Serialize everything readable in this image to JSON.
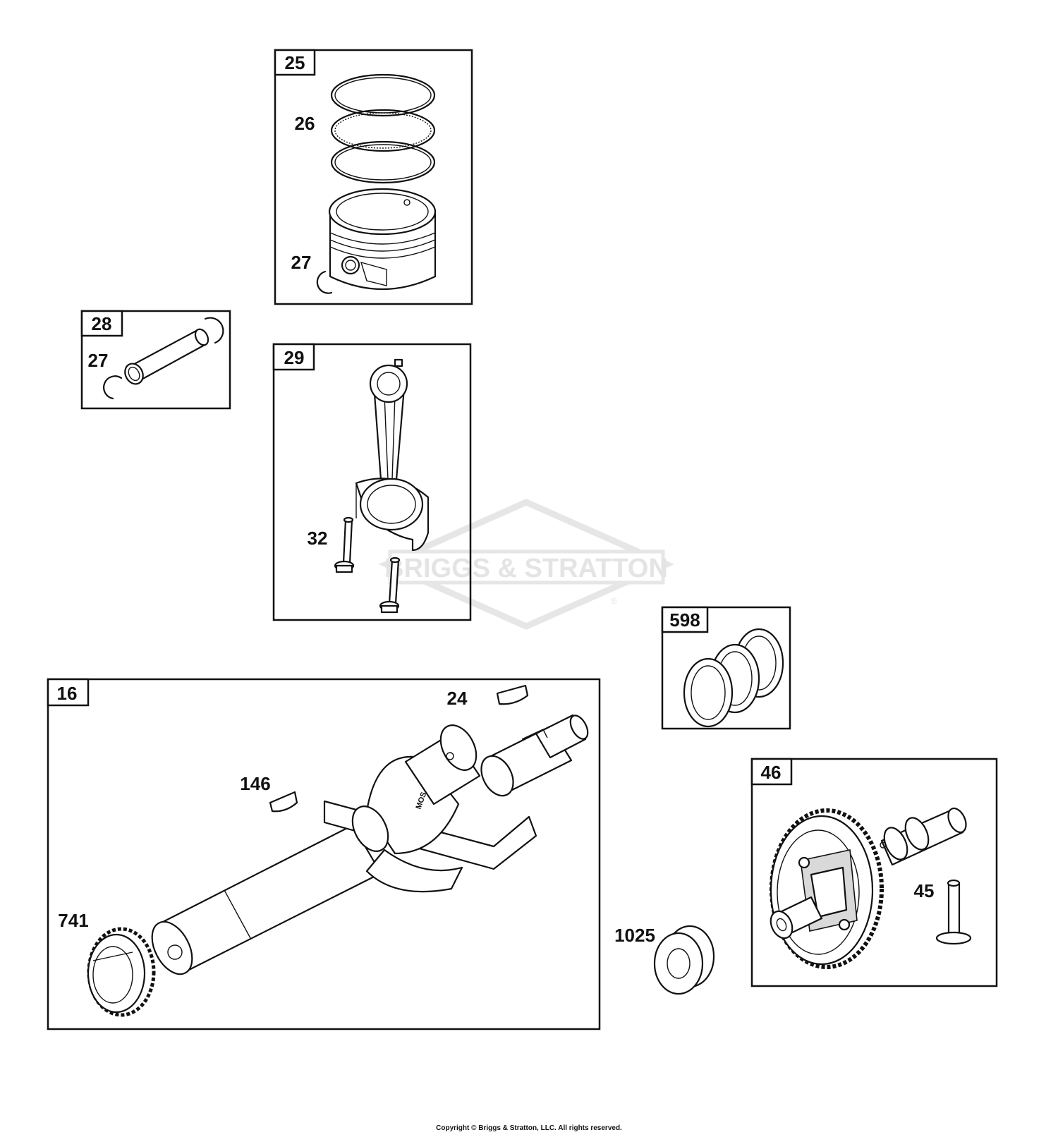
{
  "watermark": {
    "brand": "BRIGGS & STRATTON",
    "mark": "®"
  },
  "copyright": "Copyright © Briggs & Stratton, LLC. All rights reserved.",
  "groups": [
    {
      "id": "25",
      "parts": [
        "26",
        "27"
      ]
    },
    {
      "id": "28",
      "parts": [
        "27"
      ]
    },
    {
      "id": "29",
      "parts": [
        "32"
      ]
    },
    {
      "id": "598",
      "parts": []
    },
    {
      "id": "16",
      "parts": [
        "24",
        "146",
        "741"
      ]
    },
    {
      "id": "46",
      "parts": [
        "45"
      ]
    }
  ],
  "loose_parts": [
    "1025"
  ],
  "crank_stamp": "MOS"
}
